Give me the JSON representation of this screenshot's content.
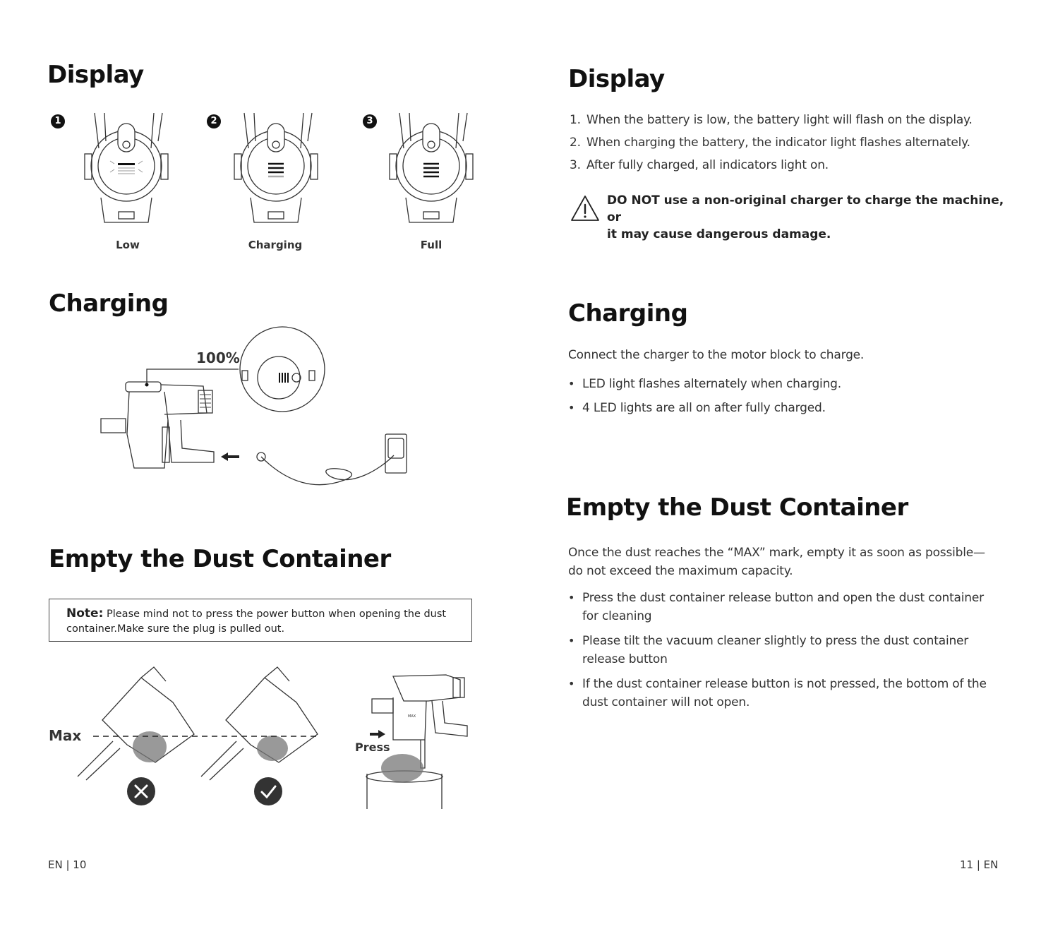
{
  "left": {
    "display": {
      "heading": "Display",
      "badges": [
        "1",
        "2",
        "3"
      ],
      "captions": [
        "Low",
        "Charging",
        "Full"
      ]
    },
    "charging": {
      "heading": "Charging",
      "percent": "100%"
    },
    "empty": {
      "heading": "Empty the Dust Container",
      "note_label": "Note:",
      "note_text_1": " Please mind not to press the power button when opening the dust",
      "note_text_2": "container.Make sure the plug is pulled out.",
      "max_label": "Max",
      "press_label": "Press",
      "press_max_mark": "MAX"
    },
    "footer": "EN | 10"
  },
  "right": {
    "display": {
      "heading": "Display",
      "items": [
        {
          "n": "1.",
          "text": "When the battery is low, the battery light will flash on the display."
        },
        {
          "n": "2.",
          "text": "When charging the battery, the indicator light flashes alternately."
        },
        {
          "n": "3.",
          "text": "After fully charged, all indicators light on."
        }
      ],
      "warning_line_1": "DO NOT use a non-original charger to charge the machine, or",
      "warning_line_2": "it may cause dangerous damage."
    },
    "charging": {
      "heading": "Charging",
      "intro": "Connect the charger to the motor block to charge.",
      "bullets": [
        "LED light flashes alternately when charging.",
        "4 LED lights are all on after fully charged."
      ]
    },
    "empty": {
      "heading": "Empty the Dust Container",
      "intro_1": "Once the dust reaches the “MAX” mark, empty it as soon as possible—",
      "intro_2": "do not exceed the maximum capacity.",
      "bullets": [
        {
          "l1": "Press the dust container release button and open the dust container",
          "l2": "for cleaning"
        },
        {
          "l1": "Please tilt the vacuum cleaner slightly to press the dust container",
          "l2": "release button"
        },
        {
          "l1": "If the dust container release button is not pressed, the bottom of the",
          "l2": "dust container will not open."
        }
      ]
    },
    "footer": "11 | EN"
  },
  "icons": {
    "warning": "warning-triangle-icon",
    "wrong": "cross-circle-icon",
    "right": "check-circle-icon",
    "arrow": "arrow-left-icon"
  }
}
